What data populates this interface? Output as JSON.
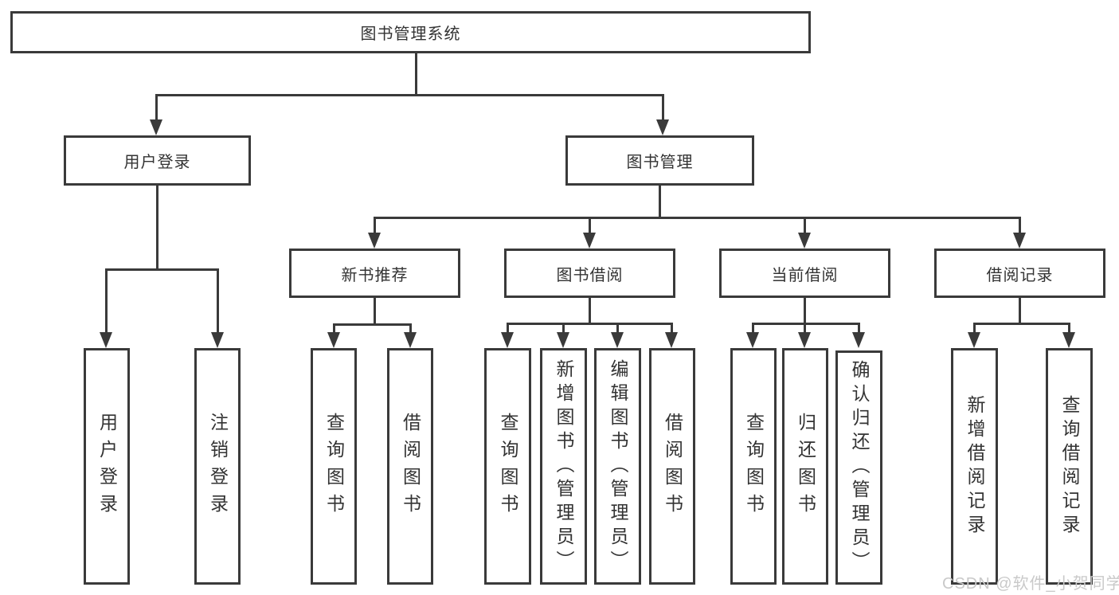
{
  "tree": {
    "root": {
      "label": "图书管理系统"
    },
    "level2": [
      {
        "label": "用户登录"
      },
      {
        "label": "图书管理"
      }
    ],
    "login_children": [
      {
        "label": "用户登录"
      },
      {
        "label": "注销登录"
      }
    ],
    "modules": [
      {
        "label": "新书推荐",
        "children": [
          {
            "label": "查询图书"
          },
          {
            "label": "借阅图书"
          }
        ]
      },
      {
        "label": "图书借阅",
        "children": [
          {
            "label": "查询图书"
          },
          {
            "label": "新增图书（管理员）"
          },
          {
            "label": "编辑图书（管理员）"
          },
          {
            "label": "借阅图书"
          }
        ]
      },
      {
        "label": "当前借阅",
        "children": [
          {
            "label": "查询图书"
          },
          {
            "label": "归还图书"
          },
          {
            "label": "确认归还（管理员）"
          }
        ]
      },
      {
        "label": "借阅记录",
        "children": [
          {
            "label": "新增借阅记录"
          },
          {
            "label": "查询借阅记录"
          }
        ]
      }
    ]
  },
  "watermark": "CSDN @软件_小贺同学",
  "colors": {
    "line": "#3a3a3a",
    "text": "#333333",
    "watermark": "#c9c9c9",
    "background": "#ffffff"
  }
}
